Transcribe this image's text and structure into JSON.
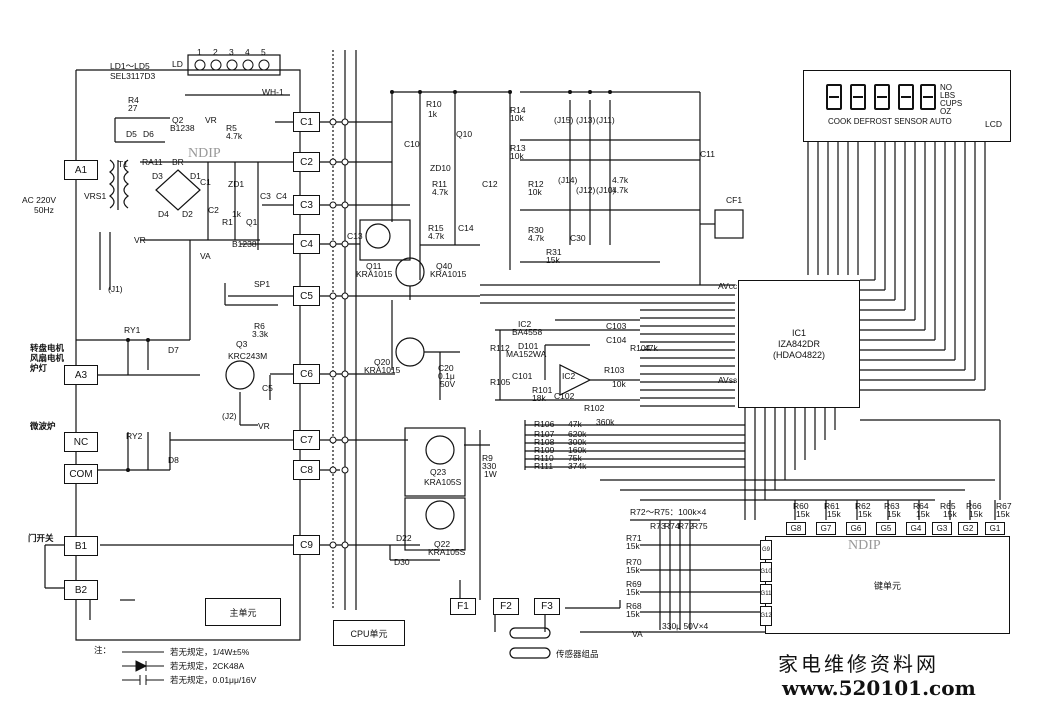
{
  "connectors": {
    "A1": "A1",
    "A3": "A3",
    "NC": "NC",
    "COM": "COM",
    "B1": "B1",
    "B2": "B2",
    "C1": "C1",
    "C2": "C2",
    "C3": "C3",
    "C4": "C4",
    "C5": "C5",
    "C6": "C6",
    "C7": "C7",
    "C8": "C8",
    "C9": "C9",
    "F1": "F1",
    "F2": "F2",
    "F3": "F3",
    "G8": "G8",
    "G7": "G7",
    "G6": "G6",
    "G5": "G5",
    "G4": "G4",
    "G3": "G3",
    "G2": "G2",
    "G1": "G1",
    "G9": "G9",
    "G10": "G10",
    "G11": "G11",
    "G12": "G12"
  },
  "blocks": {
    "main_unit": "主单元",
    "cpu_unit": "CPU单元",
    "key_unit": "键单元",
    "ic1_a": "IC1",
    "ic1_b": "IZA842DR",
    "ic1_c": "(HDAO4822)"
  },
  "lcd": {
    "indicators": [
      "NO",
      "LBS",
      "CUPS",
      "OZ"
    ],
    "modes": "COOK DEFROST SENSOR AUTO",
    "label": "LCD"
  },
  "labels": {
    "ld_range": "LD1～LD5",
    "ld_part": "SEL3117D3",
    "ld": "LD",
    "led_nums": [
      "1",
      "2",
      "3",
      "4",
      "5"
    ],
    "wh1": "WH-1",
    "r4": "R4",
    "r4v": "27",
    "q2": "Q2",
    "q2v": "B1238",
    "vr": "VR",
    "r5": "R5",
    "r5v": "4.7k",
    "d5": "D5",
    "d6": "D6",
    "t1": "T1",
    "ra11": "RA11",
    "br": "BR",
    "d3": "D3",
    "d4": "D4",
    "d1": "D1",
    "d2": "D2",
    "zd1": "ZD1",
    "c1": "C1",
    "c2": "C2",
    "c3": "C3",
    "c4": "C4",
    "r1": "R1",
    "r1v": "1k",
    "q1": "Q1",
    "q1v": "B1238",
    "vrs1": "VRS1",
    "j1": "(J1)",
    "ac": "AC 220V",
    "hz": "50Hz",
    "vr2": "VR",
    "va": "VA",
    "sp1": "SP1",
    "r6": "R6",
    "r6v": "3.3k",
    "q3": "Q3",
    "q3v": "KRC243M",
    "c5": "C5",
    "j2": "(J2)",
    "vr3": "VR",
    "ry1": "RY1",
    "d7": "D7",
    "ry2": "RY2",
    "d8": "D8",
    "load1": "转盘电机",
    "load2": "风扇电机",
    "load3": "炉灯",
    "micro": "微波炉",
    "door": "门开关",
    "r10": "R10",
    "r10v": "1k",
    "q10": "Q10",
    "c10": "C10",
    "zd10": "ZD10",
    "r11": "R11",
    "r11v": "4.7k",
    "c12": "C12",
    "r15": "R15",
    "r15v": "4.7k",
    "c14": "C14",
    "c13": "C13",
    "q11": "Q11",
    "q11v": "KRA1015",
    "q40": "Q40",
    "q40v": "KRA1015",
    "q20": "Q20",
    "q20v": "KRA1015",
    "c20": "C20",
    "c20v": "0.1μ",
    "c20w": "50V",
    "q23": "Q23",
    "q23v": "KRA105S",
    "q22": "Q22",
    "q22v": "KRA105S",
    "d22": "D22",
    "d30": "D30",
    "r9": "R9",
    "r9v": "330",
    "r9w": "1W",
    "r14": "R14",
    "r14v": "10k",
    "r13": "R13",
    "r13v": "10k",
    "r12": "R12",
    "r12v": "10k",
    "r30": "R30",
    "r30v": "4.7k",
    "r31": "R31",
    "r31v": "15k",
    "c30": "C30",
    "c11": "C11",
    "cf1": "CF1",
    "j15": "(J15)",
    "j13": "(J13)",
    "j11": "(J11)",
    "j14": "(J14)",
    "j12": "(J12)",
    "j10": "(J10)",
    "r47": "4.7k",
    "r47b": "4.7k",
    "ic2": "IC2",
    "ic2v": "BA4558",
    "d101": "D101",
    "d101v": "MA152WA",
    "ic2b": "IC2",
    "c103": "C103",
    "c104": "C104",
    "r104": "R104",
    "r104v": "47k",
    "r103": "R103",
    "r103v": "10k",
    "r102": "R102",
    "r102v": "360k",
    "c102": "C102",
    "r101": "R101",
    "r101v": "18k",
    "c101": "C101",
    "r105": "R105",
    "r112": "R112",
    "r106": "R106",
    "r106v": "47k",
    "r107": "R107",
    "r107v": "620k",
    "r108": "R108",
    "r108v": "300k",
    "r109": "R109",
    "r109v": "160k",
    "r110": "R110",
    "r110v": "75k",
    "r111": "R111",
    "r111v": "374k",
    "r72_75": "R72～R75：100k×4",
    "r71": "R71",
    "r71v": "15k",
    "r70": "R70",
    "r70v": "15k",
    "r69": "R69",
    "r69v": "15k",
    "r68": "R68",
    "r68v": "15k",
    "r73": "R73",
    "r74": "R74",
    "r72": "R72",
    "r75": "R75",
    "r60": "R60",
    "r61": "R61",
    "r62": "R62",
    "r63": "R63",
    "r64": "R64",
    "r65": "R65",
    "r66": "R66",
    "r67": "R67",
    "r15k": "15k",
    "avcc": "AVcc",
    "avss": "AVss",
    "cap_note": "330μ 50V×4",
    "va2": "VA",
    "sensor": "传感器组品",
    "note_head": "注：",
    "note1": "若无规定，1/4W±5%",
    "note2": "若无规定，2CK48A",
    "note3": "若无规定，0.01μμ/16V"
  },
  "watermark": {
    "site_cn": "家电维修资料网",
    "url": "www.520101.com",
    "ndip": "NDIP"
  }
}
